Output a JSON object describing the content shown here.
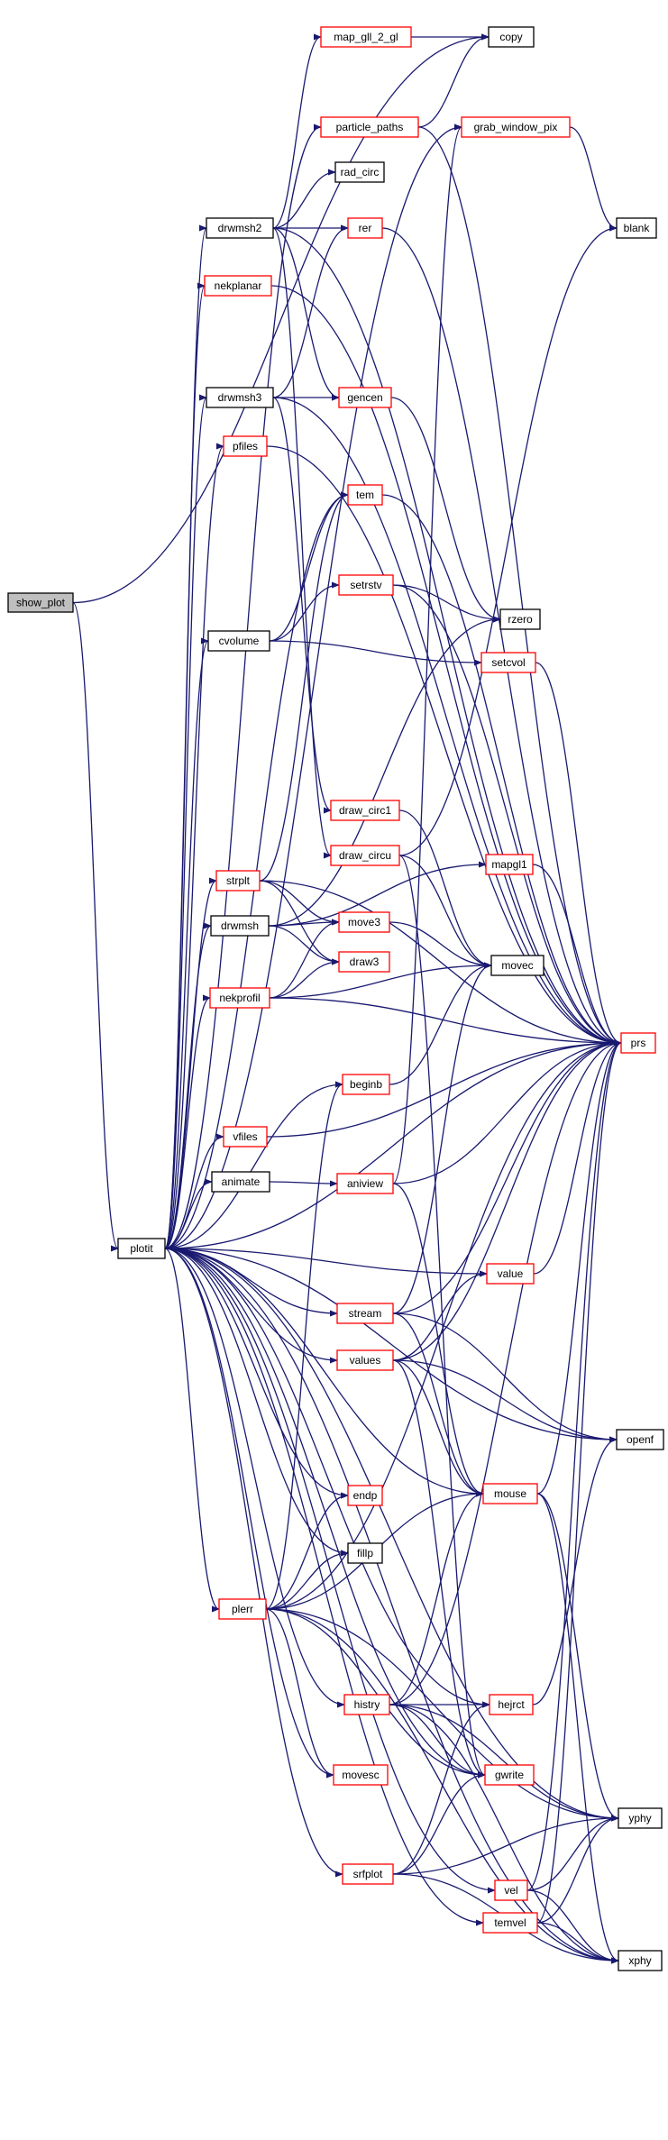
{
  "diagram": {
    "type": "call-graph",
    "edge_color": "#191970",
    "nodes": [
      {
        "id": "show_plot",
        "label": "show_plot",
        "style": "root"
      },
      {
        "id": "plotit",
        "label": "plotit",
        "style": "black"
      },
      {
        "id": "map_gll_2_gl",
        "label": "map_gll_2_gl",
        "style": "red"
      },
      {
        "id": "copy",
        "label": "copy",
        "style": "black"
      },
      {
        "id": "particle_paths",
        "label": "particle_paths",
        "style": "red"
      },
      {
        "id": "grab_window_pix",
        "label": "grab_window_pix",
        "style": "red"
      },
      {
        "id": "rad_circ",
        "label": "rad_circ",
        "style": "black"
      },
      {
        "id": "drwmsh2",
        "label": "drwmsh2",
        "style": "black"
      },
      {
        "id": "rer",
        "label": "rer",
        "style": "red"
      },
      {
        "id": "blank",
        "label": "blank",
        "style": "black"
      },
      {
        "id": "nekplanar",
        "label": "nekplanar",
        "style": "red"
      },
      {
        "id": "drwmsh3",
        "label": "drwmsh3",
        "style": "black"
      },
      {
        "id": "gencen",
        "label": "gencen",
        "style": "red"
      },
      {
        "id": "pfiles",
        "label": "pfiles",
        "style": "red"
      },
      {
        "id": "tem",
        "label": "tem",
        "style": "red"
      },
      {
        "id": "setrstv",
        "label": "setrstv",
        "style": "red"
      },
      {
        "id": "rzero",
        "label": "rzero",
        "style": "black"
      },
      {
        "id": "cvolume",
        "label": "cvolume",
        "style": "black"
      },
      {
        "id": "setcvol",
        "label": "setcvol",
        "style": "red"
      },
      {
        "id": "draw_circ1",
        "label": "draw_circ1",
        "style": "red"
      },
      {
        "id": "draw_circu",
        "label": "draw_circu",
        "style": "red"
      },
      {
        "id": "mapgl1",
        "label": "mapgl1",
        "style": "red"
      },
      {
        "id": "strplt",
        "label": "strplt",
        "style": "red"
      },
      {
        "id": "move3",
        "label": "move3",
        "style": "red"
      },
      {
        "id": "drwmsh",
        "label": "drwmsh",
        "style": "black"
      },
      {
        "id": "draw3",
        "label": "draw3",
        "style": "red"
      },
      {
        "id": "movec",
        "label": "movec",
        "style": "black"
      },
      {
        "id": "nekprofil",
        "label": "nekprofil",
        "style": "red"
      },
      {
        "id": "prs",
        "label": "prs",
        "style": "red"
      },
      {
        "id": "beginb",
        "label": "beginb",
        "style": "red"
      },
      {
        "id": "vfiles",
        "label": "vfiles",
        "style": "red"
      },
      {
        "id": "animate",
        "label": "animate",
        "style": "black"
      },
      {
        "id": "aniview",
        "label": "aniview",
        "style": "red"
      },
      {
        "id": "value",
        "label": "value",
        "style": "red"
      },
      {
        "id": "stream",
        "label": "stream",
        "style": "red"
      },
      {
        "id": "values",
        "label": "values",
        "style": "red"
      },
      {
        "id": "openf",
        "label": "openf",
        "style": "black"
      },
      {
        "id": "mouse",
        "label": "mouse",
        "style": "red"
      },
      {
        "id": "endp",
        "label": "endp",
        "style": "red"
      },
      {
        "id": "fillp",
        "label": "fillp",
        "style": "black"
      },
      {
        "id": "plerr",
        "label": "plerr",
        "style": "red"
      },
      {
        "id": "histry",
        "label": "histry",
        "style": "red"
      },
      {
        "id": "hejrct",
        "label": "hejrct",
        "style": "red"
      },
      {
        "id": "movesc",
        "label": "movesc",
        "style": "red"
      },
      {
        "id": "gwrite",
        "label": "gwrite",
        "style": "red"
      },
      {
        "id": "yphy",
        "label": "yphy",
        "style": "black"
      },
      {
        "id": "srfplot",
        "label": "srfplot",
        "style": "red"
      },
      {
        "id": "vel",
        "label": "vel",
        "style": "red"
      },
      {
        "id": "temvel",
        "label": "temvel",
        "style": "red"
      },
      {
        "id": "xphy",
        "label": "xphy",
        "style": "black"
      }
    ],
    "edges": [
      [
        "show_plot",
        "copy"
      ],
      [
        "show_plot",
        "plotit"
      ],
      [
        "map_gll_2_gl",
        "copy"
      ],
      [
        "particle_paths",
        "copy"
      ],
      [
        "particle_paths",
        "prs"
      ],
      [
        "grab_window_pix",
        "blank"
      ],
      [
        "drwmsh2",
        "map_gll_2_gl"
      ],
      [
        "drwmsh2",
        "rad_circ"
      ],
      [
        "drwmsh2",
        "rer"
      ],
      [
        "drwmsh2",
        "gencen"
      ],
      [
        "drwmsh2",
        "prs"
      ],
      [
        "drwmsh2",
        "draw_circu"
      ],
      [
        "rer",
        "prs"
      ],
      [
        "nekplanar",
        "prs"
      ],
      [
        "drwmsh3",
        "rer"
      ],
      [
        "drwmsh3",
        "gencen"
      ],
      [
        "drwmsh3",
        "prs"
      ],
      [
        "drwmsh3",
        "draw_circ1"
      ],
      [
        "gencen",
        "rzero"
      ],
      [
        "pfiles",
        "prs"
      ],
      [
        "tem",
        "prs"
      ],
      [
        "setrstv",
        "rzero"
      ],
      [
        "setrstv",
        "prs"
      ],
      [
        "cvolume",
        "tem"
      ],
      [
        "cvolume",
        "setrstv"
      ],
      [
        "cvolume",
        "setcvol"
      ],
      [
        "setcvol",
        "prs"
      ],
      [
        "draw_circ1",
        "movec"
      ],
      [
        "draw_circu",
        "blank"
      ],
      [
        "draw_circu",
        "movec"
      ],
      [
        "draw_circu",
        "gwrite"
      ],
      [
        "mapgl1",
        "prs"
      ],
      [
        "strplt",
        "tem"
      ],
      [
        "strplt",
        "move3"
      ],
      [
        "strplt",
        "draw3"
      ],
      [
        "strplt",
        "prs"
      ],
      [
        "drwmsh",
        "rzero"
      ],
      [
        "drwmsh",
        "mapgl1"
      ],
      [
        "drwmsh",
        "move3"
      ],
      [
        "drwmsh",
        "draw3"
      ],
      [
        "move3",
        "movec"
      ],
      [
        "nekprofil",
        "move3"
      ],
      [
        "nekprofil",
        "draw3"
      ],
      [
        "nekprofil",
        "movec"
      ],
      [
        "nekprofil",
        "prs"
      ],
      [
        "beginb",
        "movec"
      ],
      [
        "vfiles",
        "prs"
      ],
      [
        "animate",
        "aniview"
      ],
      [
        "aniview",
        "grab_window_pix"
      ],
      [
        "aniview",
        "prs"
      ],
      [
        "aniview",
        "mouse"
      ],
      [
        "value",
        "prs"
      ],
      [
        "stream",
        "movec"
      ],
      [
        "stream",
        "prs"
      ],
      [
        "stream",
        "mouse"
      ],
      [
        "stream",
        "openf"
      ],
      [
        "values",
        "value"
      ],
      [
        "values",
        "prs"
      ],
      [
        "values",
        "mouse"
      ],
      [
        "values",
        "openf"
      ],
      [
        "values",
        "gwrite"
      ],
      [
        "mouse",
        "prs"
      ],
      [
        "mouse",
        "yphy"
      ],
      [
        "mouse",
        "xphy"
      ],
      [
        "plerr",
        "beginb"
      ],
      [
        "plerr",
        "endp"
      ],
      [
        "plerr",
        "fillp"
      ],
      [
        "plerr",
        "mouse"
      ],
      [
        "plerr",
        "prs"
      ],
      [
        "plerr",
        "yphy"
      ],
      [
        "plerr",
        "movesc"
      ],
      [
        "plerr",
        "gwrite"
      ],
      [
        "plerr",
        "xphy"
      ],
      [
        "histry",
        "prs"
      ],
      [
        "histry",
        "mouse"
      ],
      [
        "histry",
        "hejrct"
      ],
      [
        "histry",
        "gwrite"
      ],
      [
        "histry",
        "yphy"
      ],
      [
        "histry",
        "xphy"
      ],
      [
        "hejrct",
        "openf"
      ],
      [
        "srfplot",
        "hejrct"
      ],
      [
        "srfplot",
        "gwrite"
      ],
      [
        "srfplot",
        "yphy"
      ],
      [
        "srfplot",
        "xphy"
      ],
      [
        "vel",
        "prs"
      ],
      [
        "vel",
        "yphy"
      ],
      [
        "vel",
        "xphy"
      ],
      [
        "temvel",
        "prs"
      ],
      [
        "temvel",
        "yphy"
      ],
      [
        "temvel",
        "xphy"
      ],
      [
        "plotit",
        "particle_paths"
      ],
      [
        "plotit",
        "grab_window_pix"
      ],
      [
        "plotit",
        "drwmsh2"
      ],
      [
        "plotit",
        "nekplanar"
      ],
      [
        "plotit",
        "drwmsh3"
      ],
      [
        "plotit",
        "pfiles"
      ],
      [
        "plotit",
        "tem"
      ],
      [
        "plotit",
        "cvolume"
      ],
      [
        "plotit",
        "strplt"
      ],
      [
        "plotit",
        "drwmsh"
      ],
      [
        "plotit",
        "nekprofil"
      ],
      [
        "plotit",
        "beginb"
      ],
      [
        "plotit",
        "vfiles"
      ],
      [
        "plotit",
        "animate"
      ],
      [
        "plotit",
        "prs"
      ],
      [
        "plotit",
        "value"
      ],
      [
        "plotit",
        "stream"
      ],
      [
        "plotit",
        "values"
      ],
      [
        "plotit",
        "mouse"
      ],
      [
        "plotit",
        "endp"
      ],
      [
        "plotit",
        "fillp"
      ],
      [
        "plotit",
        "plerr"
      ],
      [
        "plotit",
        "histry"
      ],
      [
        "plotit",
        "hejrct"
      ],
      [
        "plotit",
        "movesc"
      ],
      [
        "plotit",
        "gwrite"
      ],
      [
        "plotit",
        "yphy"
      ],
      [
        "plotit",
        "srfplot"
      ],
      [
        "plotit",
        "vel"
      ],
      [
        "plotit",
        "temvel"
      ],
      [
        "plotit",
        "xphy"
      ],
      [
        "plotit",
        "openf"
      ]
    ]
  }
}
